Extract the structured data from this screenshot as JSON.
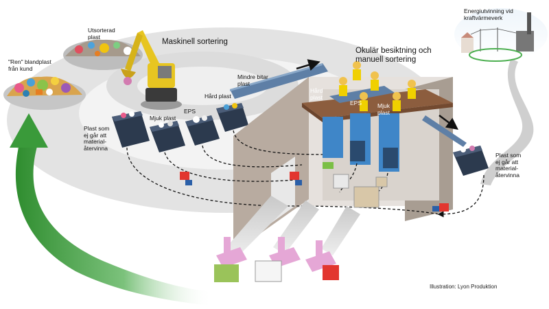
{
  "labels": {
    "ren_blandplast": "\"Ren\" blandplast\nfrån kund",
    "utsorterad_plast": "Utsorterad\nplast",
    "maskinell_sortering": "Maskinell sortering",
    "okular_besiktning": "Okulär besiktning och\nmanuell sortering",
    "mindre_bitar_plast": "Mindre bitar\nplast",
    "hard_plast_bin": "Hård plast",
    "eps_bin": "EPS",
    "mjuk_plast_bin": "Mjuk plast",
    "plast_ej_atervinna_left": "Plast som\nej går att\nmaterial-\nåtervinna",
    "hard_plast_chute": "Hård\nplast",
    "eps_chute": "EPS",
    "mjuk_plast_chute": "Mjuk\nplast",
    "plast_ej_atervinna_right": "Plast som\nej går att\nmaterial-\nåtervinna",
    "energiutvinning": "Energiutvinning vid\nkraftvärmeverk",
    "credit": "Illustration: Lyon Produktion"
  },
  "colors": {
    "cycle_arrow": "#3a9a3a",
    "building_wall": "#b8aba0",
    "conveyor": "#5e7fa6",
    "container": "#2c3a4e",
    "machine_yellow": "#e7c521",
    "factory_pink": "#e5a7d6",
    "worker_vest": "#f0d000"
  },
  "icons": [
    "excavator-icon",
    "worker-icon",
    "forklift-icon",
    "factory-icon",
    "power-plant-icon",
    "conveyor-belt-icon"
  ]
}
